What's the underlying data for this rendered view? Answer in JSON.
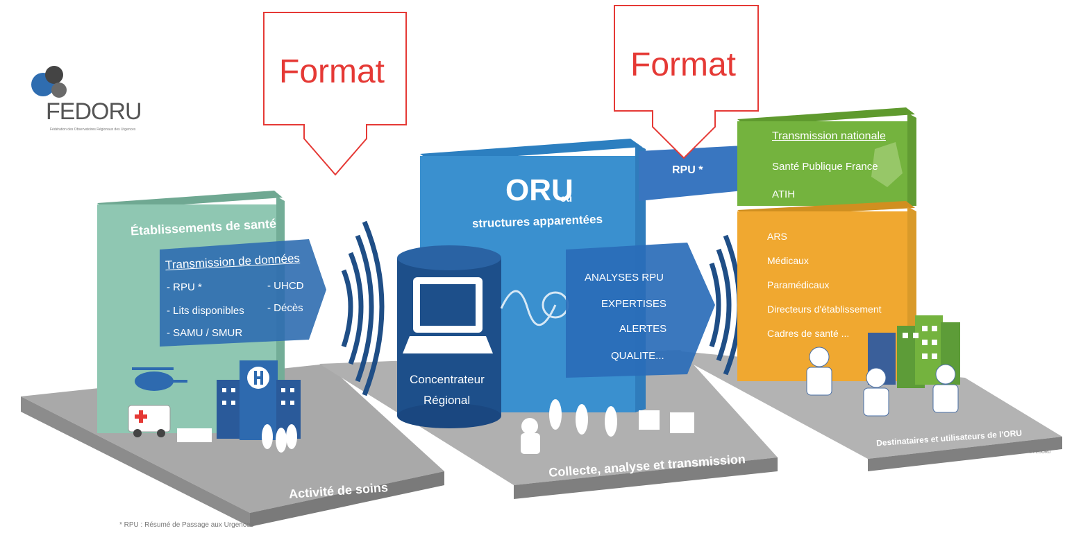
{
  "logo": {
    "name": "FEDORU",
    "tagline": "Fédération des Observatoires Régionaux des Urgences"
  },
  "callouts": [
    {
      "label": "Format"
    },
    {
      "label": "Format"
    }
  ],
  "etablissements": {
    "title": "Établissements de santé",
    "subtitle": "Transmission de données",
    "items_left": [
      "- RPU *",
      "- Lits disponibles",
      "- SAMU / SMUR"
    ],
    "items_right": [
      "- UHCD",
      "- Décès"
    ],
    "platform_label": "Activité de soins"
  },
  "oru": {
    "title": "ORU",
    "title_suffix": "ou",
    "subtitle": "structures apparentées",
    "concentrateur": [
      "Concentrateur",
      "Régional"
    ],
    "outputs": [
      "ANALYSES RPU",
      "EXPERTISES",
      "ALERTES",
      "QUALITE..."
    ],
    "platform_label": "Collecte, analyse et transmission"
  },
  "rpu_arrow": {
    "label": "RPU *"
  },
  "transmission": {
    "title": "Transmission nationale",
    "items": [
      "Santé Publique France",
      "ATIH"
    ]
  },
  "destinataires": {
    "items": [
      "ARS",
      "Médicaux",
      "Paramédicaux",
      "Directeurs d'établissement",
      "Cadres de santé ..."
    ],
    "platform_label": "Destinataires et utilisateurs de l'ORU",
    "copyright": "© FEDORU"
  },
  "footnote": "* RPU : Résumé de Passage aux Urgences",
  "colors": {
    "green_panel": "#8fc7b2",
    "blue_panel": "#3a90cf",
    "navy": "#1f5c9a",
    "dark_blue": "#234a80",
    "green_box": "#74b33e",
    "orange_box": "#f0a830",
    "callout_red": "#e53935",
    "platform_grey": "#9b9b9b"
  }
}
